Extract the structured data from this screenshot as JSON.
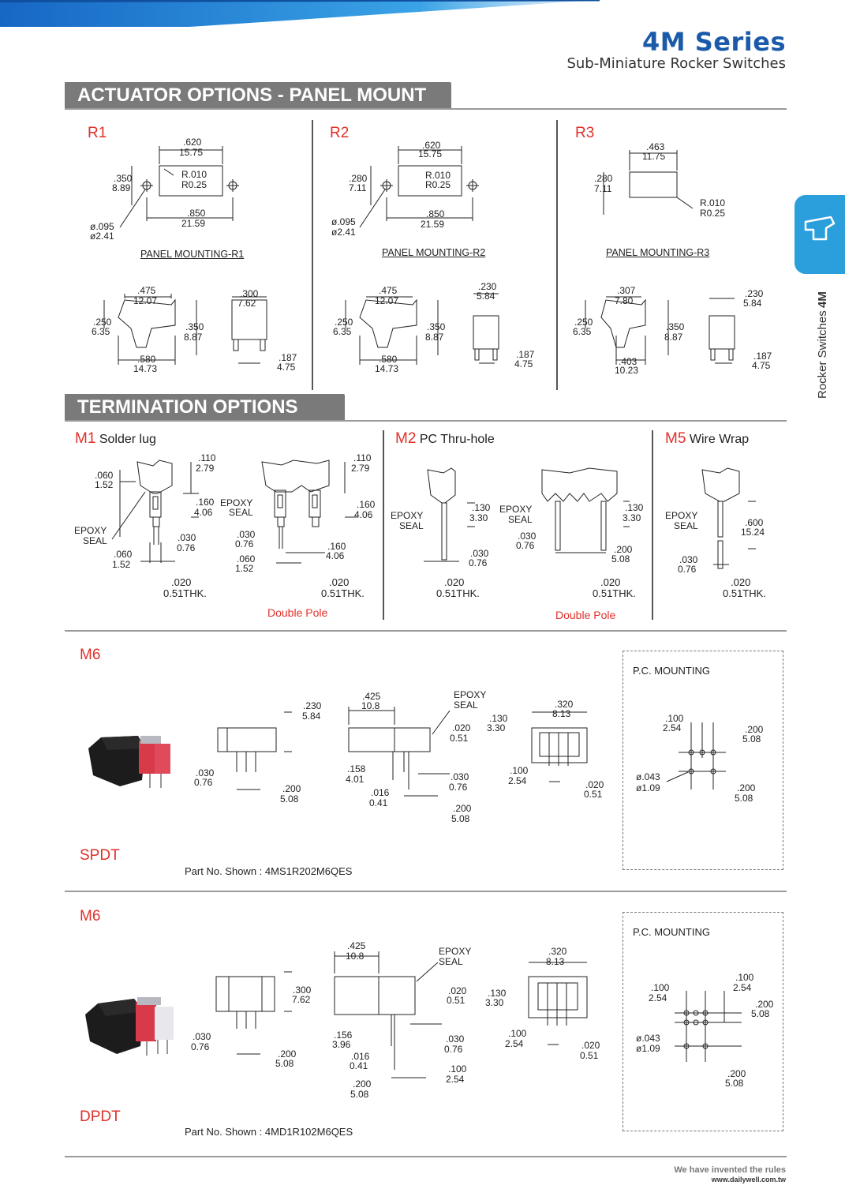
{
  "header": {
    "series_title": "4M Series",
    "subtitle": "Sub-Miniature Rocker Switches"
  },
  "side_tab": {
    "label_bold": "4M",
    "label": "Rocker  Switches"
  },
  "actuator": {
    "banner": "ACTUATOR  OPTIONS - PANEL MOUNT",
    "options": [
      {
        "code": "R1",
        "caption": "PANEL MOUNTING-R1"
      },
      {
        "code": "R2",
        "caption": "PANEL MOUNTING-R2"
      },
      {
        "code": "R3",
        "caption": "PANEL MOUNTING-R3"
      }
    ]
  },
  "termination": {
    "banner": "TERMINATION OPTIONS",
    "options": [
      {
        "code": "M1",
        "name": "Solder lug"
      },
      {
        "code": "M2",
        "name": "PC Thru-hole"
      },
      {
        "code": "M5",
        "name": "Wire Wrap"
      }
    ],
    "double_pole_label": "Double Pole",
    "thk_in": ".020",
    "thk_mm": "0.51THK.",
    "epoxy": "EPOXY",
    "seal": "SEAL"
  },
  "m6_spdt": {
    "code": "M6",
    "type": "SPDT",
    "part_no": "Part No. Shown : 4MS1R202M6QES",
    "pc_mounting": "P.C. MOUNTING"
  },
  "m6_dpdt": {
    "code": "M6",
    "type": "DPDT",
    "part_no": "Part No. Shown : 4MD1R102M6QES",
    "pc_mounting": "P.C. MOUNTING"
  },
  "dims": {
    "d620": ".620",
    "d1575": "15.75",
    "d350": ".350",
    "d889": "8.89",
    "r010": "R.010",
    "r025": "R0.25",
    "d850": ".850",
    "d2159": "21.59",
    "phi095": "ø.095",
    "phi241": "ø2.41",
    "d280": ".280",
    "d711": "7.11",
    "d463": ".463",
    "d1175": "11.75",
    "d475": ".475",
    "d1207": "12.07",
    "d250": ".250",
    "d635": "6.35",
    "d887": "8.87",
    "d580": ".580",
    "d1473": "14.73",
    "d300": ".300",
    "d762": "7.62",
    "d187": ".187",
    "d475mm": "4.75",
    "d230": ".230",
    "d584": "5.84",
    "d307": ".307",
    "d780": "7.80",
    "d403": ".403",
    "d1023": "10.23",
    "d110": ".110",
    "d279": "2.79",
    "d060": ".060",
    "d152": "1.52",
    "d160": ".160",
    "d406": "4.06",
    "d030": ".030",
    "d076": "0.76",
    "d130": ".130",
    "d330": "3.30",
    "d200": ".200",
    "d508": "5.08",
    "d600": ".600",
    "d1524": "15.24",
    "d425": ".425",
    "d108": "10.8",
    "d020": ".020",
    "d051": "0.51",
    "d158": ".158",
    "d401": "4.01",
    "d016": ".016",
    "d041": "0.41",
    "d320": ".320",
    "d813": "8.13",
    "d100": ".100",
    "d254": "2.54",
    "phi043": "ø.043",
    "phi109": "ø1.09",
    "d156": ".156",
    "d396": "3.96"
  },
  "footer": {
    "slogan": "We have invented the rules",
    "url": "www.dailywell.com.tw"
  },
  "colors": {
    "accent_blue": "#1a5aa8",
    "tab_blue": "#2a9fdc",
    "banner_gray": "#7a7a7a",
    "code_red": "#e0302a",
    "switch_red": "#d83a4a"
  }
}
